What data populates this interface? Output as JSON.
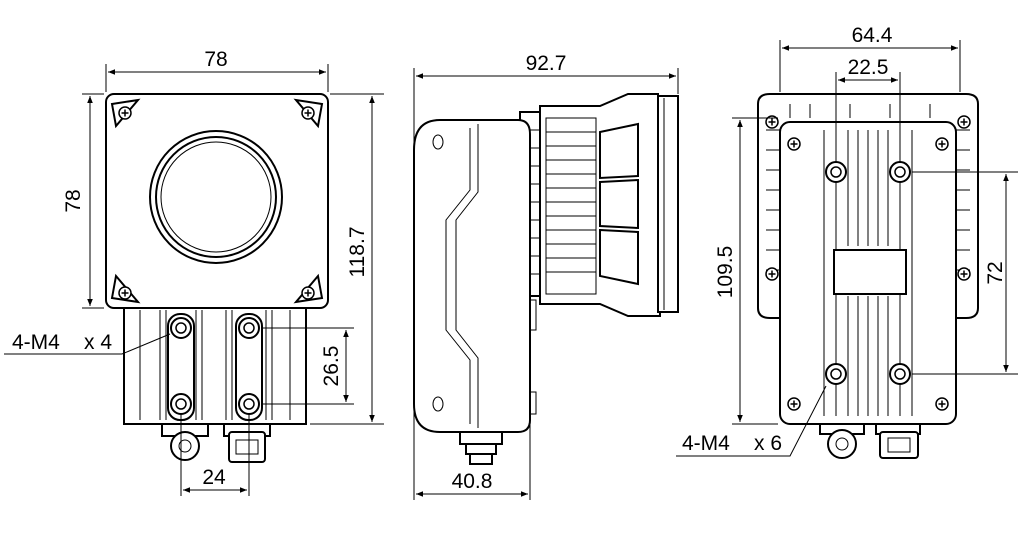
{
  "front_view": {
    "width_label": "78",
    "height_label": "78",
    "total_height_label": "118.7",
    "hole_spacing_v_label": "26.5",
    "hole_spacing_h_label": "24",
    "thread_callout": "4-M4",
    "thread_count": "x 4"
  },
  "side_view": {
    "depth_label": "92.7",
    "base_depth_label": "40.8"
  },
  "rear_view": {
    "width_label": "64.4",
    "hole_spacing_h_label": "22.5",
    "height_label": "109.5",
    "hole_spacing_v_label": "72",
    "thread_callout": "4-M4",
    "thread_count": "x 6"
  }
}
